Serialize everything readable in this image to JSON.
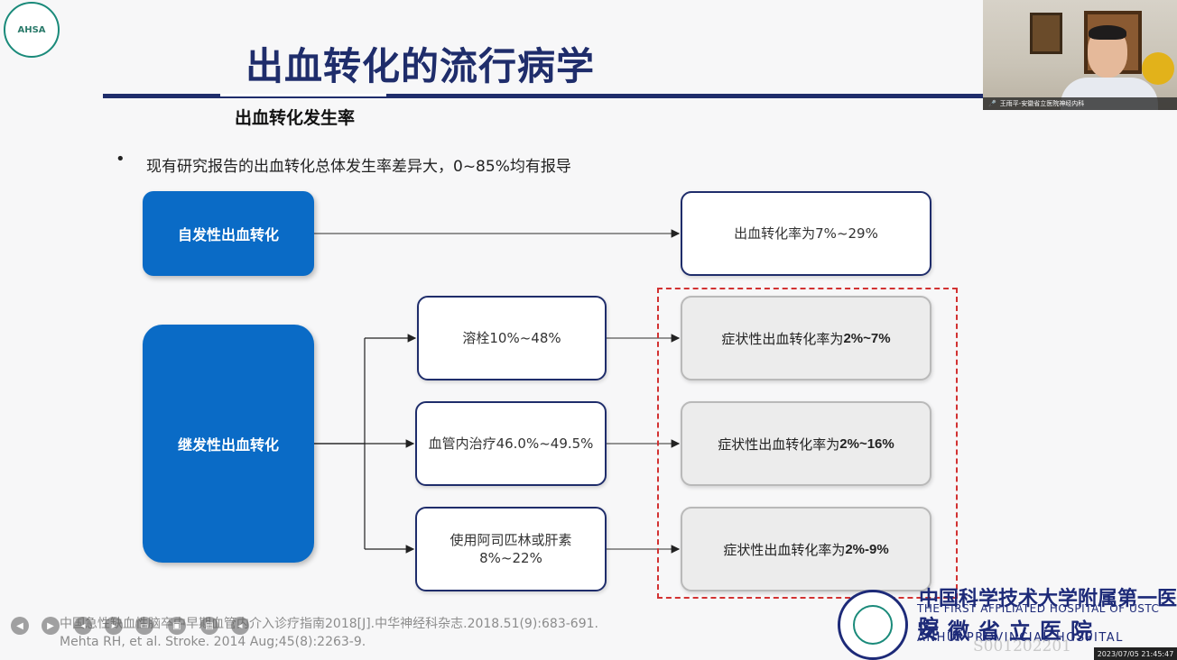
{
  "slide": {
    "title": "出血转化的流行病学",
    "subtitle": "出血转化发生率",
    "bullet_marker": "•",
    "bullet_text": "现有研究报告的出血转化总体发生率差异大，0~85%均有报导"
  },
  "logo": {
    "text": "AHSA"
  },
  "diagram": {
    "spontaneous": {
      "label": "自发性出血转化",
      "result": "出血转化率为7%~29%"
    },
    "secondary": {
      "label": "继发性出血转化",
      "branches": [
        {
          "cause": "溶栓10%~48%",
          "result_prefix": "症状性出血转化率为",
          "result_value": "2%~7%"
        },
        {
          "cause": "血管内治疗46.0%~49.5%",
          "result_prefix": "症状性出血转化率为",
          "result_value": "2%~16%"
        },
        {
          "cause_line1": "使用阿司匹林或肝素",
          "cause_line2": "8%~22%",
          "result_prefix": "症状性出血转化率为",
          "result_value": "2%-9%"
        }
      ]
    }
  },
  "references": [
    "中国急性缺血性脑卒中早期血管内介入诊疗指南2018[J].中华神经科杂志.2018.51(9):683-691.",
    "Mehta RH, et al. Stroke. 2014 Aug;45(8):2263-9."
  ],
  "hospital": {
    "cn_name_1": "中国科学技术大学附属第一医院",
    "en_name_1": "THE FIRST AFFILIATED HOSPITAL OF USTC",
    "cn_name_2": "安徽省立医院",
    "en_name_2": "ANHUI PROVINCIAL HOSPITAL"
  },
  "watermark": "S001202201",
  "timestamp": "2023/07/05 21:45:47",
  "webcam": {
    "caption": "王雨平-安徽省立医院神经内科"
  },
  "controls": {
    "prev_icon": "◀",
    "play_icon": "▶",
    "icons": [
      "◂",
      "▸",
      "▭",
      "▣",
      "▤",
      "◂"
    ]
  },
  "colors": {
    "title_navy": "#1f2d6b",
    "box_blue": "#0a6bc6",
    "highlight_red": "#d23232"
  }
}
